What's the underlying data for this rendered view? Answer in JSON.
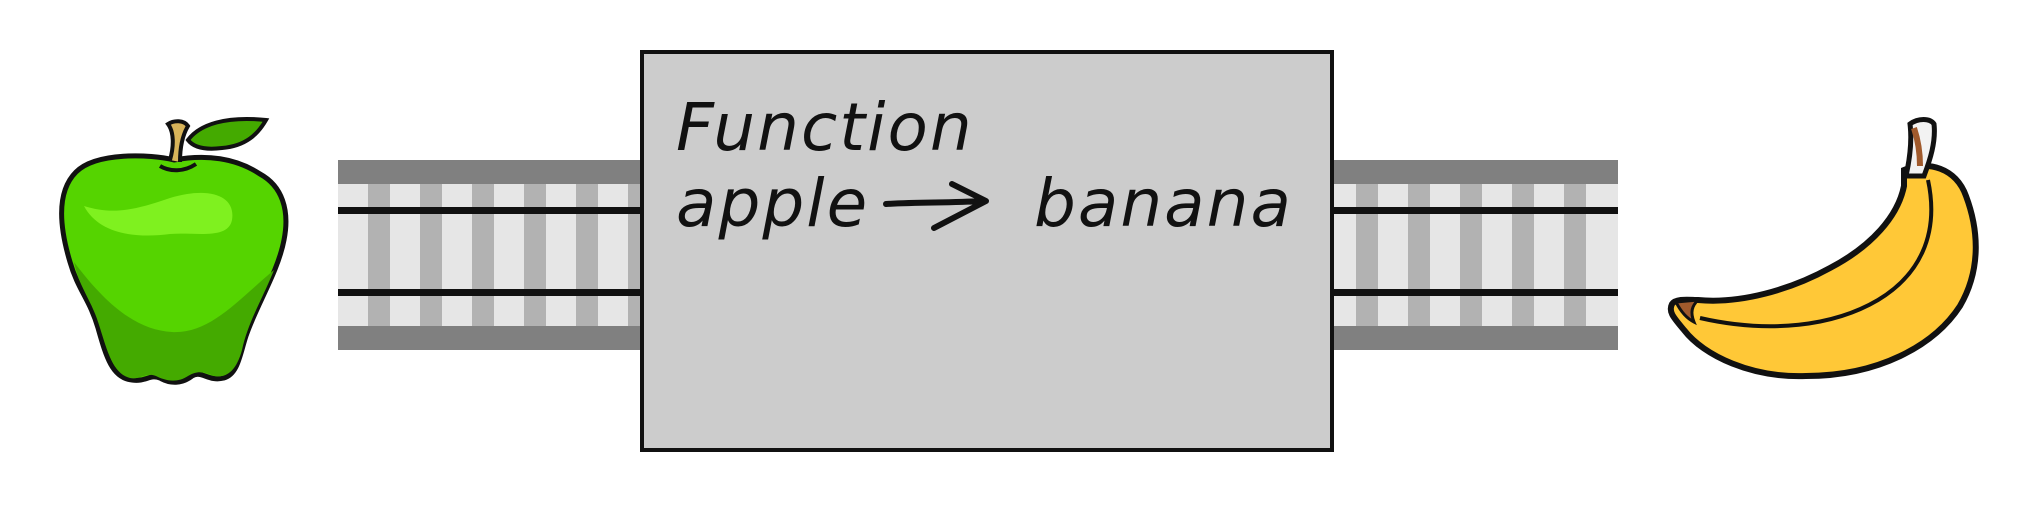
{
  "diagram": {
    "function_box": {
      "line1": "Function",
      "input_label": "apple",
      "output_label": "banana"
    },
    "icons": {
      "input": "apple-icon",
      "output": "banana-icon"
    },
    "colors": {
      "box_fill": "#cccccc",
      "track_rail": "#808080",
      "track_sleeper": "#b2b2b2",
      "apple_green": "#55d400",
      "banana_yellow": "#ffc837"
    }
  }
}
